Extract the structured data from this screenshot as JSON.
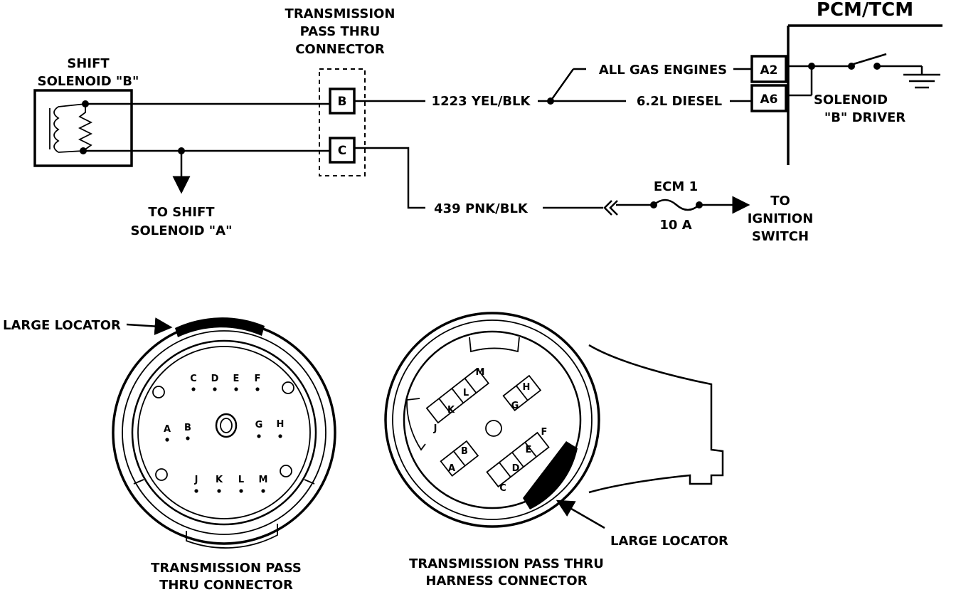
{
  "top_diagram": {
    "shift_solenoid_b_line1": "SHIFT",
    "shift_solenoid_b_line2": "SOLENOID \"B\"",
    "pass_thru_title_line1": "TRANSMISSION",
    "pass_thru_title_line2": "PASS THRU",
    "pass_thru_title_line3": "CONNECTOR",
    "terminal_b": "B",
    "terminal_c": "C",
    "to_shift_solenoid_a_line1": "TO SHIFT",
    "to_shift_solenoid_a_line2": "SOLENOID \"A\"",
    "wire_1223": "1223 YEL/BLK",
    "wire_439": "439 PNK/BLK",
    "all_gas_engines": "ALL GAS ENGINES",
    "diesel": "6.2L DIESEL",
    "pcm_tcm": "PCM/TCM",
    "pin_a2": "A2",
    "pin_a6": "A6",
    "solenoid_driver_line1": "SOLENOID",
    "solenoid_driver_line2": "\"B\" DRIVER",
    "fuse_name": "ECM 1",
    "fuse_rating": "10 A",
    "to_ignition_line1": "TO",
    "to_ignition_line2": "IGNITION",
    "to_ignition_line3": "SWITCH"
  },
  "left_connector": {
    "large_locator": "LARGE LOCATOR",
    "pins_top": [
      "C",
      "D",
      "E",
      "F"
    ],
    "pins_mid_left": [
      "A",
      "B"
    ],
    "pins_mid_right": [
      "G",
      "H"
    ],
    "pins_bottom": [
      "J",
      "K",
      "L",
      "M"
    ],
    "caption_line1": "TRANSMISSION PASS",
    "caption_line2": "THRU CONNECTOR"
  },
  "right_connector": {
    "large_locator": "LARGE LOCATOR",
    "pins": [
      "M",
      "L",
      "K",
      "J",
      "H",
      "G",
      "B",
      "A",
      "F",
      "E",
      "D",
      "C"
    ],
    "caption_line1": "TRANSMISSION PASS THRU",
    "caption_line2": "HARNESS CONNECTOR"
  }
}
